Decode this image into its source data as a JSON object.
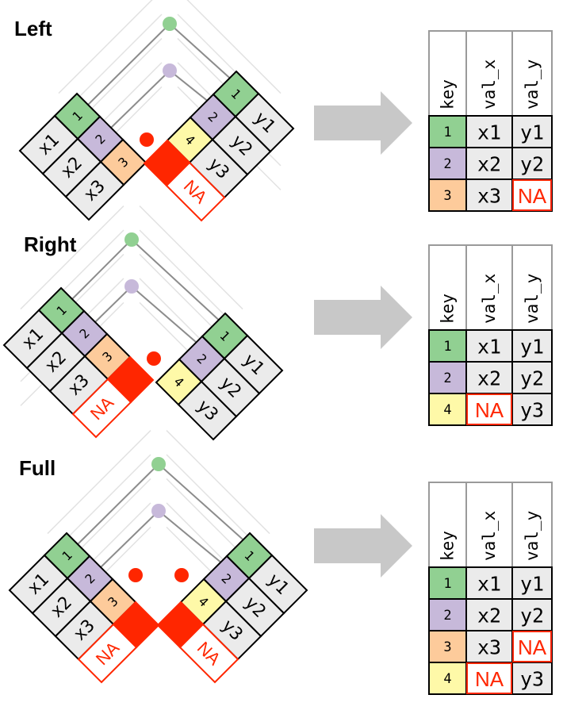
{
  "colors": {
    "key1": "#91d092",
    "key2": "#c7b9da",
    "key3": "#fdcb9b",
    "key4": "#fef9a8",
    "missing": "#ff2600",
    "value_bg": "#ebebeb",
    "header_bg": "#ffffff",
    "arrow": "#c8c8c8",
    "connector": "#8c8c8c",
    "grid": "#e2e2e2",
    "border": "#000000"
  },
  "panels": [
    {
      "title": "Left",
      "left_table": {
        "keys": [
          "1",
          "2",
          "3"
        ],
        "values": [
          "x1",
          "x2",
          "x3"
        ],
        "missing_rows": []
      },
      "right_table": {
        "keys": [
          "1",
          "2",
          "4"
        ],
        "values": [
          "y1",
          "y2",
          "y3"
        ],
        "missing_rows": [
          "NA"
        ]
      },
      "dots": [
        "key1",
        "key2",
        "missing"
      ],
      "result": {
        "headers": [
          "key",
          "val_x",
          "val_y"
        ],
        "rows": [
          {
            "key": "1",
            "color": "key1",
            "val_x": "x1",
            "val_y": "y1"
          },
          {
            "key": "2",
            "color": "key2",
            "val_x": "x2",
            "val_y": "y2"
          },
          {
            "key": "3",
            "color": "key3",
            "val_x": "x3",
            "val_y": "NA"
          }
        ]
      }
    },
    {
      "title": "Right",
      "left_table": {
        "keys": [
          "1",
          "2",
          "3"
        ],
        "values": [
          "x1",
          "x2",
          "x3"
        ],
        "missing_rows": [
          "NA"
        ]
      },
      "right_table": {
        "keys": [
          "1",
          "2",
          "4"
        ],
        "values": [
          "y1",
          "y2",
          "y3"
        ],
        "missing_rows": []
      },
      "dots": [
        "key1",
        "key2",
        "missing"
      ],
      "result": {
        "headers": [
          "key",
          "val_x",
          "val_y"
        ],
        "rows": [
          {
            "key": "1",
            "color": "key1",
            "val_x": "x1",
            "val_y": "y1"
          },
          {
            "key": "2",
            "color": "key2",
            "val_x": "x2",
            "val_y": "y2"
          },
          {
            "key": "4",
            "color": "key4",
            "val_x": "NA",
            "val_y": "y3"
          }
        ]
      }
    },
    {
      "title": "Full",
      "left_table": {
        "keys": [
          "1",
          "2",
          "3"
        ],
        "values": [
          "x1",
          "x2",
          "x3"
        ],
        "missing_rows": [
          "NA"
        ]
      },
      "right_table": {
        "keys": [
          "1",
          "2",
          "4"
        ],
        "values": [
          "y1",
          "y2",
          "y3"
        ],
        "missing_rows": [
          "NA"
        ]
      },
      "dots": [
        "key1",
        "key2",
        "missing",
        "missing"
      ],
      "result": {
        "headers": [
          "key",
          "val_x",
          "val_y"
        ],
        "rows": [
          {
            "key": "1",
            "color": "key1",
            "val_x": "x1",
            "val_y": "y1"
          },
          {
            "key": "2",
            "color": "key2",
            "val_x": "x2",
            "val_y": "y2"
          },
          {
            "key": "3",
            "color": "key3",
            "val_x": "x3",
            "val_y": "NA"
          },
          {
            "key": "4",
            "color": "key4",
            "val_x": "NA",
            "val_y": "y3"
          }
        ]
      }
    }
  ]
}
